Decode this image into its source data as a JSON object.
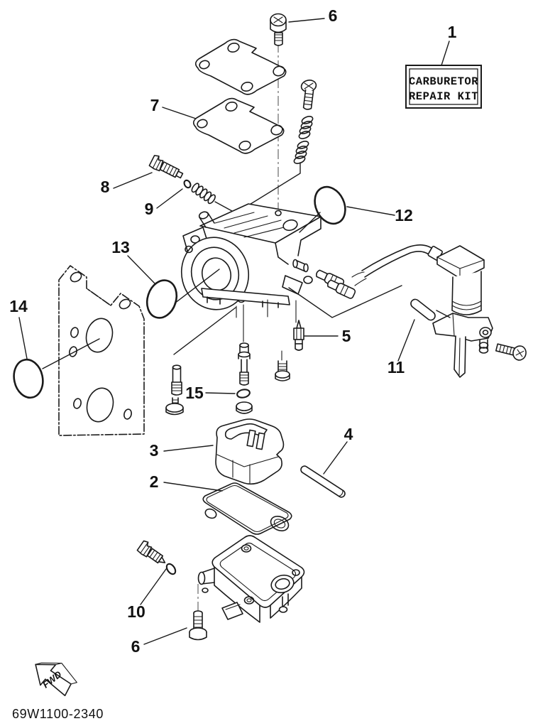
{
  "meta": {
    "description": "Exploded parts diagram of a carburetor repair kit",
    "background_color": "#ffffff",
    "line_color": "#1a1a1a"
  },
  "kit_label": {
    "line1": "CARBURETOR",
    "line2": "REPAIR KIT"
  },
  "part_labels": {
    "n1": "1",
    "n2": "2",
    "n3": "3",
    "n4": "4",
    "n5": "5",
    "n6": "6",
    "n7": "7",
    "n8": "8",
    "n9": "9",
    "n10": "10",
    "n11": "11",
    "n12": "12",
    "n13": "13",
    "n14": "14",
    "n15": "15"
  },
  "fwd_marker": "FWD",
  "drawing_number": "69W1100-2340"
}
